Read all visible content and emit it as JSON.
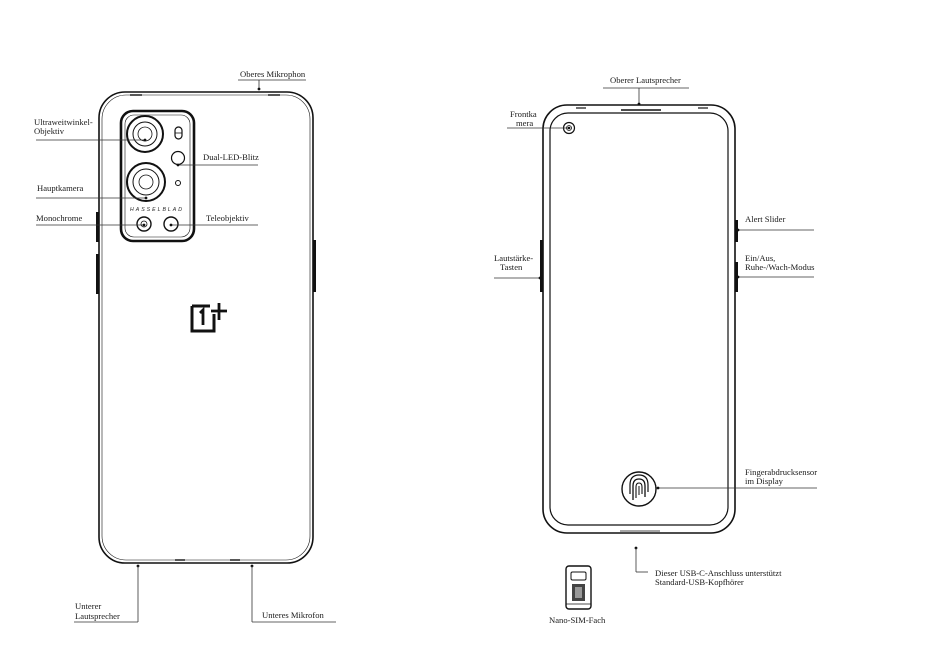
{
  "back_view": {
    "labels": {
      "top_microphone": "Oberes Mikrophon",
      "ultrawide_line1": "Ultraweitwinkel-",
      "ultrawide_line2": "Objektiv",
      "flash": "Dual-LED-Blitz",
      "main_camera": "Hauptkamera",
      "monochrome": "Monochrome",
      "telephoto": "Teleobjektiv",
      "bottom_speaker_line1": "Unterer",
      "bottom_speaker_line2": "Lautsprecher",
      "bottom_mic": "Unteres Mikrofon"
    },
    "camera_brand": "HASSELBLAD",
    "logo": "1+"
  },
  "front_view": {
    "labels": {
      "top_speaker": "Oberer Lautsprecher",
      "front_camera_line1": "Frontka",
      "front_camera_line2": "mera",
      "alert_slider": "Alert Slider",
      "volume_line1": "Lautstärke-",
      "volume_line2": "Tasten",
      "power_line1": "Ein/Aus,",
      "power_line2": "Ruhe-/Wach-Modus",
      "fingerprint_line1": "Fingerabdrucksensor",
      "fingerprint_line2": "im Display",
      "usb_line1": "Dieser USB-C-Anschluss unterstützt",
      "usb_line2": "Standard-USB-Kopfhörer",
      "sim_tray": "Nano-SIM-Fach"
    }
  }
}
